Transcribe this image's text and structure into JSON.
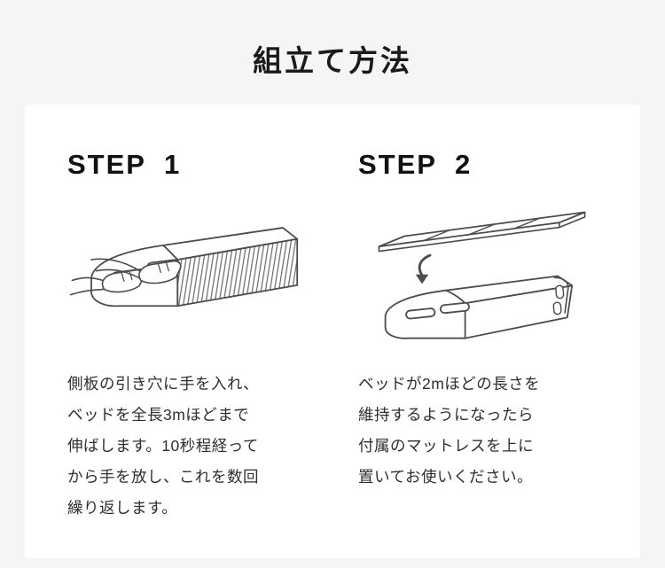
{
  "page": {
    "title": "組立て方法"
  },
  "colors": {
    "page_bg": "#f5f5f6",
    "card_bg": "#ffffff",
    "title_text": "#1a1a1a",
    "body_text": "#2e2e2e",
    "line_art": "#4c4c4c"
  },
  "steps": [
    {
      "label": "STEP 1",
      "illustration": "hands-stretching-expandable-bed",
      "description": "側板の引き穴に手を入れ、\nベッドを全長3mほどまで\n伸ばします。10秒程経って\nから手を放し、これを数回\n繰り返します。"
    },
    {
      "label": "STEP 2",
      "illustration": "slatted-mattress-board-placed-onto-bed",
      "description": "ベッドが2mほどの長さを\n維持するようになったら\n付属のマットレスを上に\n置いてお使いください。"
    }
  ]
}
